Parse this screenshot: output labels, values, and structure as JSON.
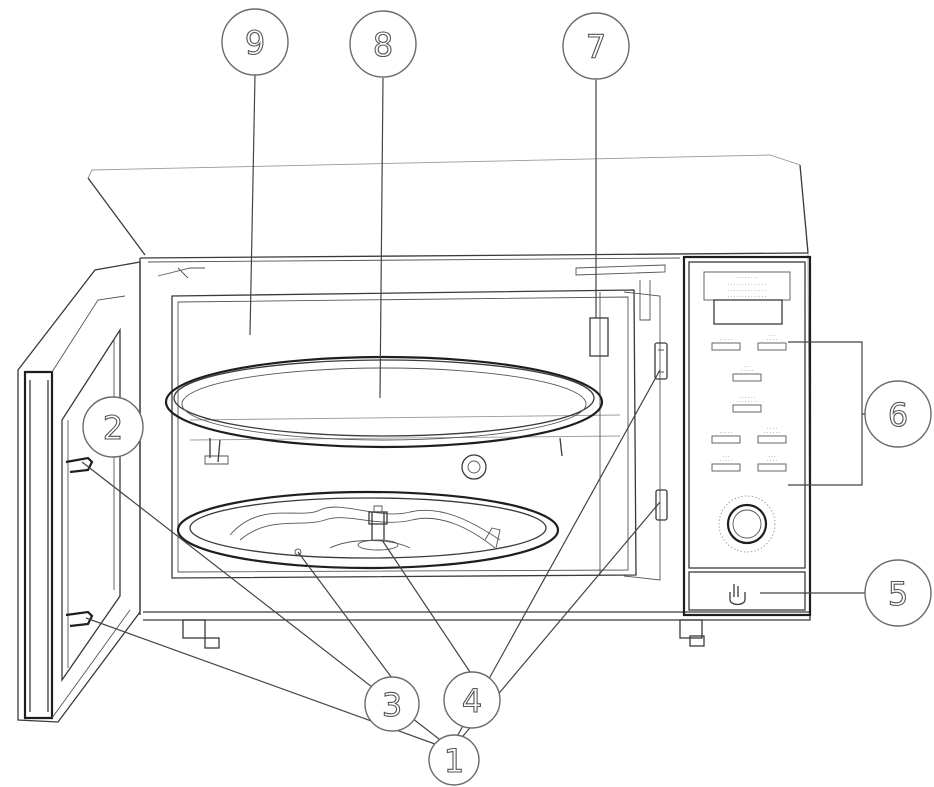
{
  "callouts": [
    {
      "id": "1",
      "label": "1"
    },
    {
      "id": "2",
      "label": "2"
    },
    {
      "id": "3",
      "label": "3"
    },
    {
      "id": "4",
      "label": "4"
    },
    {
      "id": "5",
      "label": "5"
    },
    {
      "id": "6",
      "label": "6"
    },
    {
      "id": "7",
      "label": "7"
    },
    {
      "id": "8",
      "label": "8"
    },
    {
      "id": "9",
      "label": "9"
    }
  ],
  "colors": {
    "line": "#3a3a3a",
    "background": "#ffffff"
  },
  "icons": {
    "door_release": "hand-pointer-icon",
    "dial": "dial-knob-icon"
  }
}
